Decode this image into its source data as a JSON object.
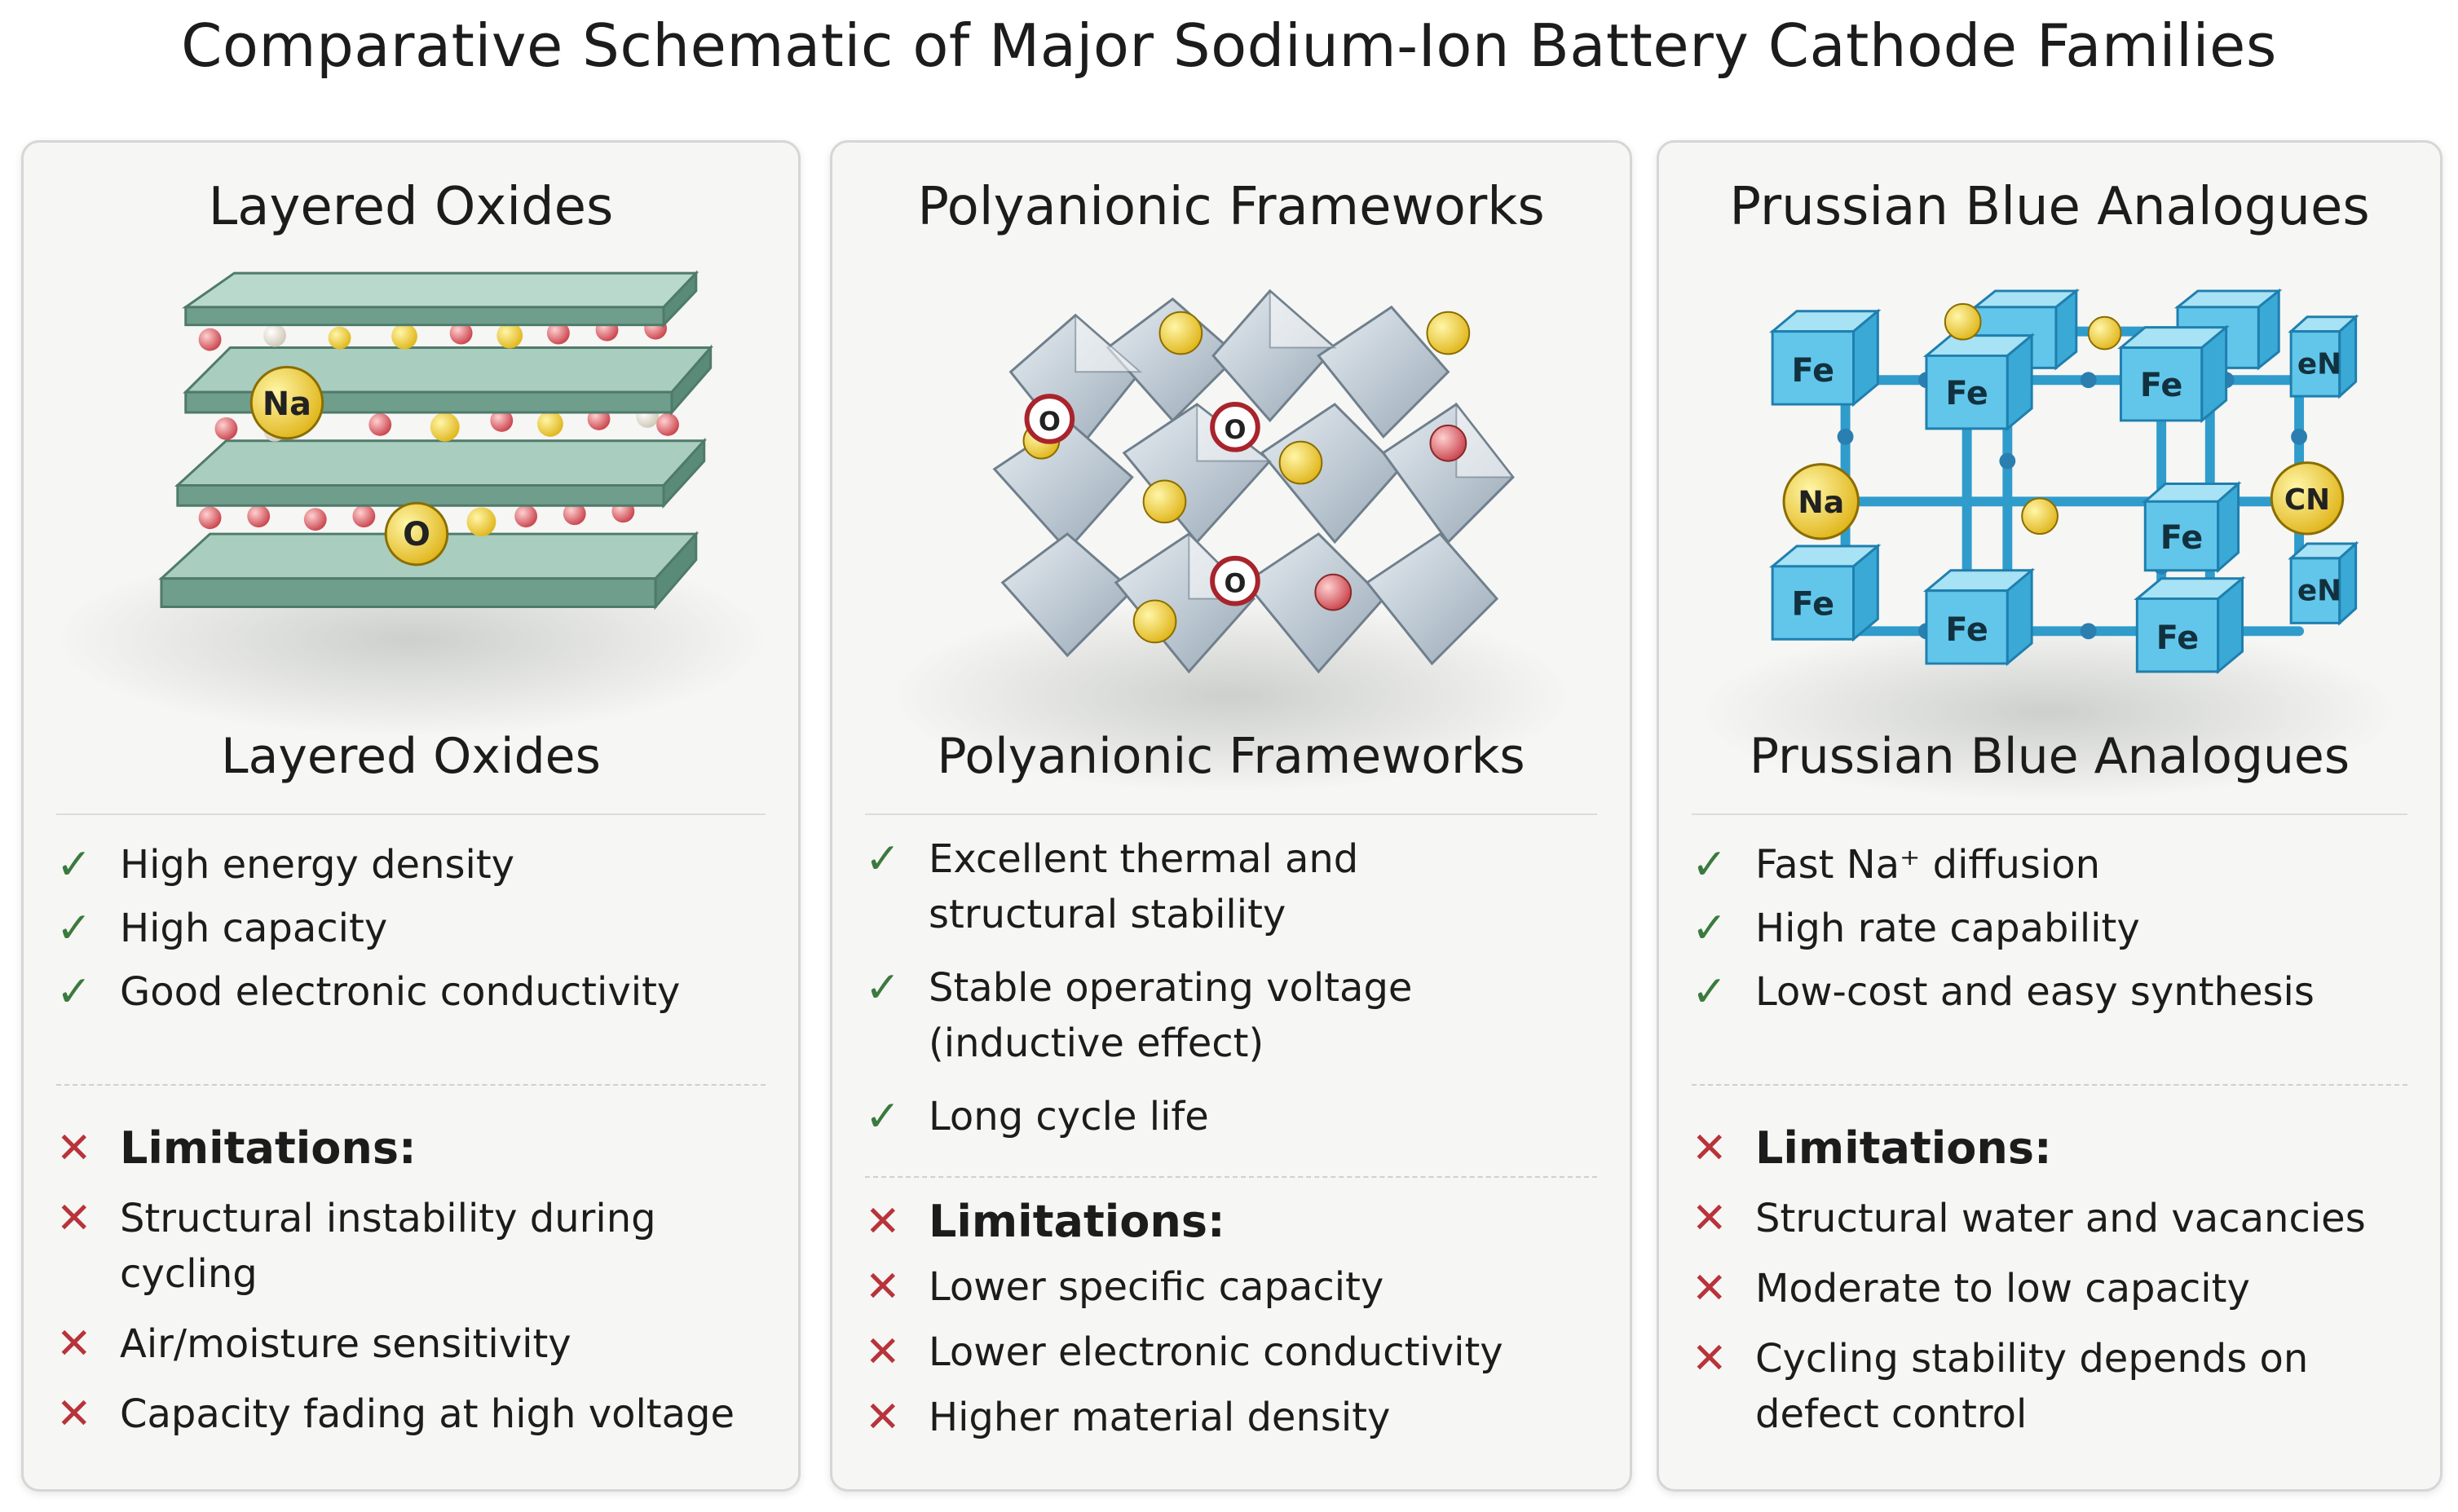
{
  "title": "Comparative Schematic of Major Sodium-Ion Battery Cathode Families",
  "panels": [
    {
      "header": "Layered Oxides",
      "subtitle": "Layered Oxides",
      "labels": [
        "Na",
        "O"
      ],
      "advantages": [
        "High energy density",
        "High capacity",
        "Good electronic conductivity"
      ],
      "limitations_heading": "Limitations:",
      "limitations": [
        "Structural instability during cycling",
        "Air/moisture sensitivity",
        "Capacity fading at high voltage"
      ]
    },
    {
      "header": "Polyanionic Frameworks",
      "subtitle": "Polyanionic Frameworks",
      "labels": [
        "O",
        "O",
        "O"
      ],
      "advantages": [
        "Excellent thermal and structural stability",
        "Stable operating voltage (inductive effect)",
        "Long cycle life"
      ],
      "limitations_heading": "Limitations:",
      "limitations": [
        "Lower specific capacity",
        "Lower electronic conductivity",
        "Higher material density"
      ]
    },
    {
      "header": "Prussian Blue Analogues",
      "subtitle": "Prussian Blue Analogues",
      "labels": [
        "Fe",
        "Fe",
        "Fe",
        "eN",
        "Na",
        "CN",
        "Fe",
        "Fe",
        "Fe",
        "Fe",
        "eN"
      ],
      "advantages": [
        "Fast Na⁺ diffusion",
        "High rate capability",
        "Low-cost and easy synthesis"
      ],
      "limitations_heading": "Limitations:",
      "limitations": [
        "Structural water and vacancies",
        "Moderate to low capacity",
        "Cycling stability depends on defect control"
      ]
    }
  ],
  "icons": {
    "advantage": "check-icon",
    "limitation": "cross-icon"
  },
  "colors": {
    "check": "#3b7a3e",
    "cross": "#b8333a",
    "slab": "#8fb8a8",
    "octahedron": "#b9c6d0",
    "pba_cube": "#56bfe3",
    "sodium": "#f2d43a",
    "oxygen": "#d9545a"
  }
}
